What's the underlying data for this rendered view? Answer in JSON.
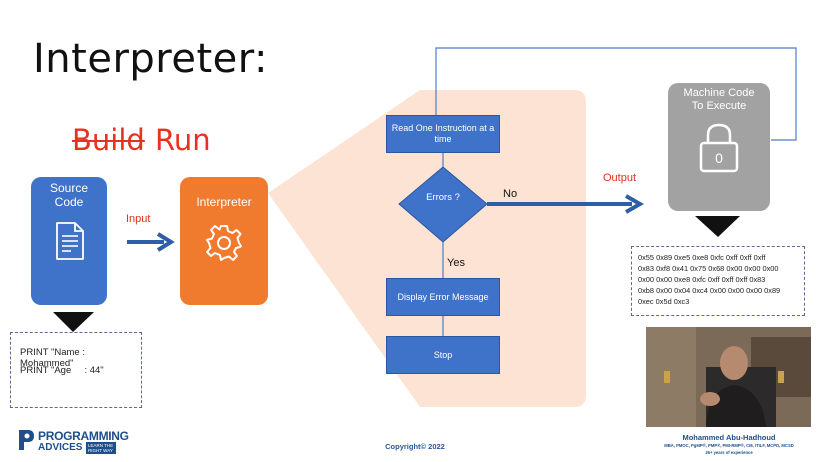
{
  "title": "Interpreter:",
  "heading": {
    "struck": "Build",
    "active": "Run"
  },
  "blocks": {
    "source": "Source Code",
    "interpreter": "Interpreter",
    "machine": "Machine Code To Execute"
  },
  "arrows": {
    "input": "Input",
    "output": "Output"
  },
  "flow": {
    "read": "Read One Instruction at a time",
    "errors": "Errors ?",
    "no": "No",
    "yes": "Yes",
    "display": "Display Error Message",
    "stop": "Stop"
  },
  "code_lines": [
    "PRINT \"Name : Mohammed\"",
    "PRINT \"Age     : 44\""
  ],
  "hex_lines": [
    "0x55 0x89 0xe5 0xe8 0xfc 0xff 0xff 0xff",
    "0x83 0xf8 0x41 0x75 0x68 0x00 0x00 0x00",
    "0x00 0x00 0xe8 0xfc 0xff 0xff 0xff 0x83",
    "0xb8 0x00 0x04 0xc4 0x00 0x00 0x00 0x89",
    "0xec 0x5d 0xc3"
  ],
  "icons": {
    "document": "document-icon",
    "gear": "gear-icon",
    "lock": "lock-icon",
    "lock_digit": "0"
  },
  "footer": {
    "copyright": "Copyright© 2022",
    "logo_top": "PROGRAMMING",
    "logo_bottom": "ADVICES",
    "logo_tagline": "LEARN THE RIGHT WAY",
    "presenter_name": "Mohammed Abu-Hadhoud",
    "presenter_creds": "MBA, PMOC, PgMP®, PMP®, PMI-RMP®, CM, ITILF, MCPD, MCSD",
    "presenter_exp": "26+ years of experience"
  },
  "colors": {
    "blue": "#3f72c9",
    "orange": "#f07a2d",
    "gray": "#a2a2a2",
    "red": "#e8321f",
    "peach": "#fde3d4"
  }
}
